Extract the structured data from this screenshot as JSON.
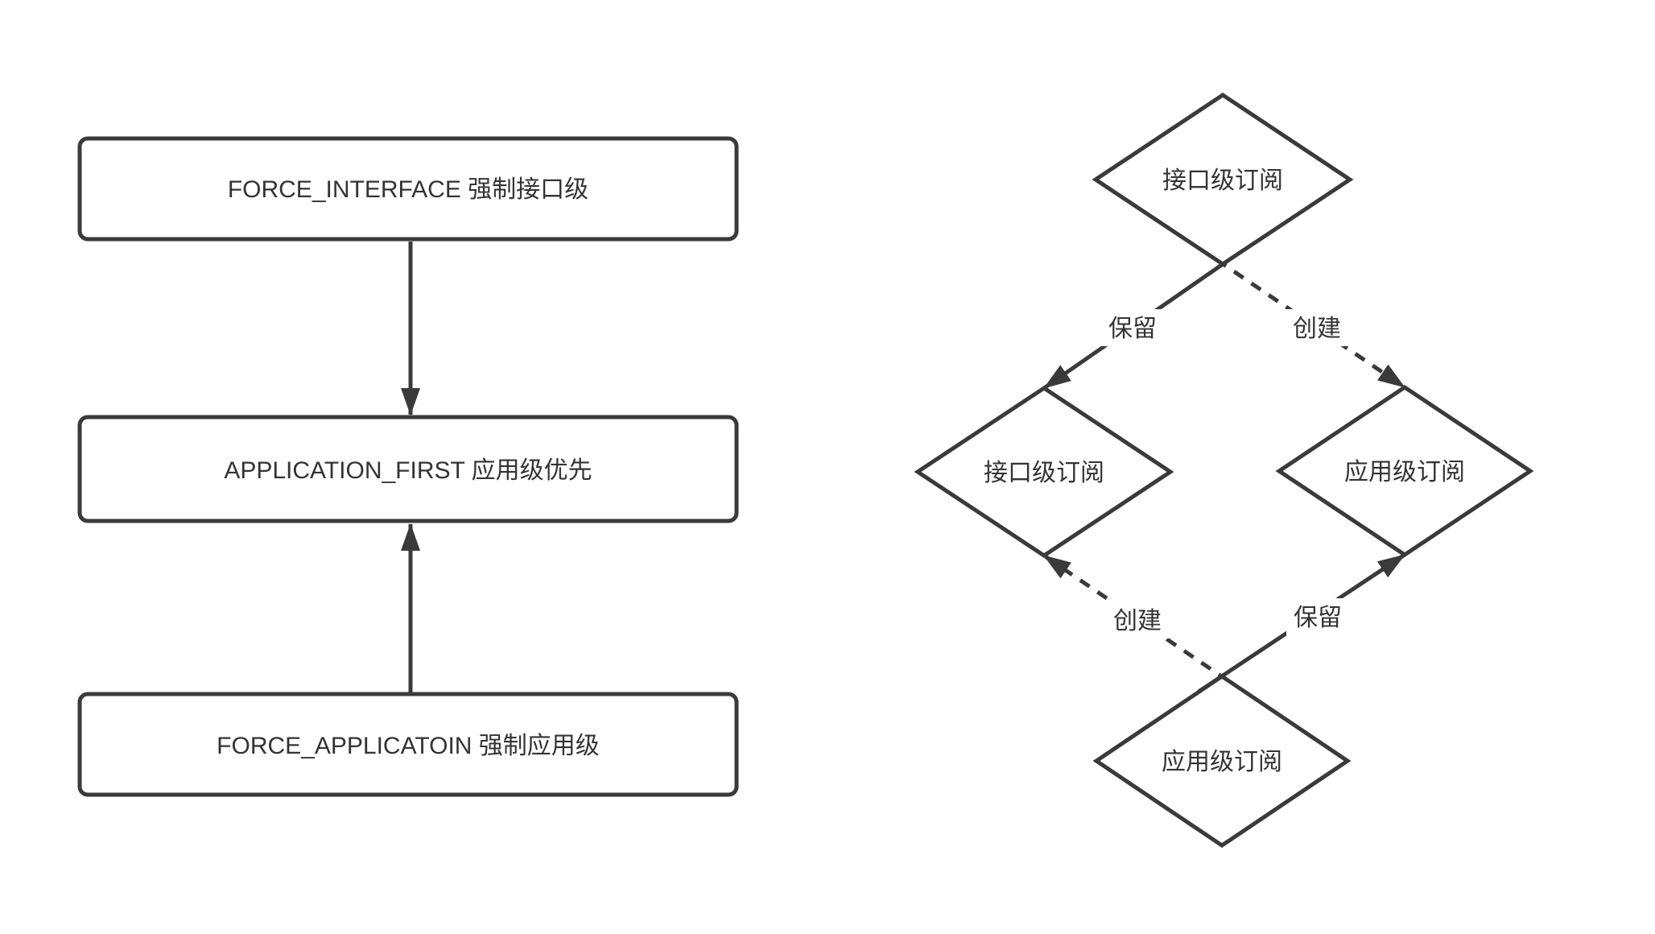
{
  "colors": {
    "background": "#ffffff",
    "stroke": "#3a3a3a",
    "text": "#333333",
    "node_fill": "#ffffff"
  },
  "flowchart": {
    "nodes": [
      {
        "id": "force_interface",
        "shape": "rect",
        "label": "FORCE_INTERFACE 强制接口级"
      },
      {
        "id": "application_first",
        "shape": "rect",
        "label": "APPLICATION_FIRST 应用级优先"
      },
      {
        "id": "force_application",
        "shape": "rect",
        "label": "FORCE_APPLICATOIN 强制应用级"
      }
    ],
    "edges": [
      {
        "from": "force_interface",
        "to": "application_first",
        "style": "solid",
        "arrow": "down"
      },
      {
        "from": "force_application",
        "to": "application_first",
        "style": "solid",
        "arrow": "up"
      }
    ]
  },
  "subscription_graph": {
    "nodes": [
      {
        "id": "top",
        "shape": "diamond",
        "label": "接口级订阅"
      },
      {
        "id": "mid_left",
        "shape": "diamond",
        "label": "接口级订阅"
      },
      {
        "id": "mid_right",
        "shape": "diamond",
        "label": "应用级订阅"
      },
      {
        "id": "bottom",
        "shape": "diamond",
        "label": "应用级订阅"
      }
    ],
    "edges": [
      {
        "from": "top",
        "to": "mid_left",
        "label": "保留",
        "style": "solid"
      },
      {
        "from": "top",
        "to": "mid_right",
        "label": "创建",
        "style": "dashed"
      },
      {
        "from": "bottom",
        "to": "mid_left",
        "label": "创建",
        "style": "dashed"
      },
      {
        "from": "bottom",
        "to": "mid_right",
        "label": "保留",
        "style": "solid"
      }
    ]
  }
}
